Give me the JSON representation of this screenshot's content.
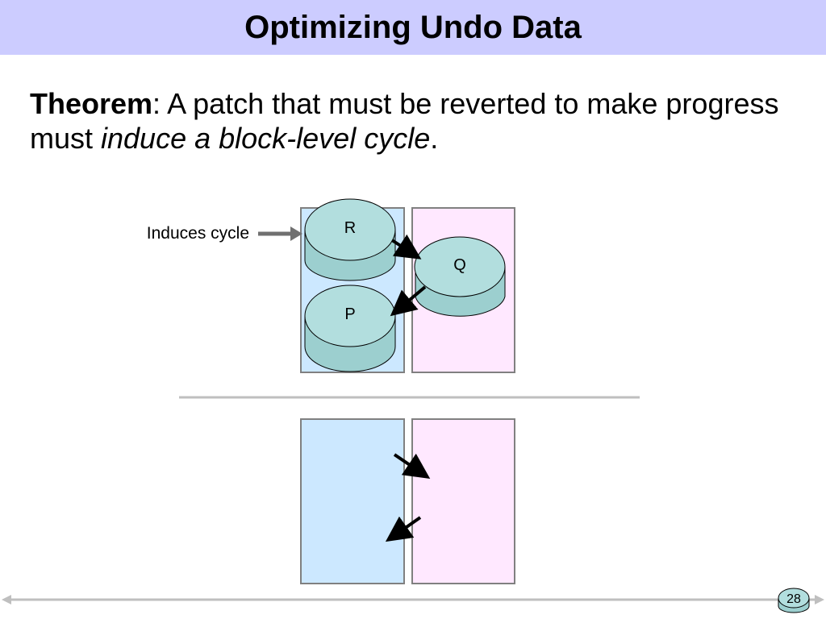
{
  "slide": {
    "title": "Optimizing Undo Data",
    "theorem_label": "Theorem",
    "theorem_sep": ": ",
    "theorem_text1": "A patch that must be reverted to make progress must ",
    "theorem_emph": "induce a block-level cycle",
    "theorem_end": ".",
    "page_number": "28"
  },
  "diagram": {
    "annotation": "Induces cycle",
    "patches": {
      "r": "R",
      "q": "Q",
      "p": "P"
    }
  },
  "colors": {
    "title_bar": "#ccccff",
    "block_left": "#cce8ff",
    "block_right": "#ffe8ff",
    "patch": "#b2dede",
    "patch_side": "#9ccfcf"
  }
}
